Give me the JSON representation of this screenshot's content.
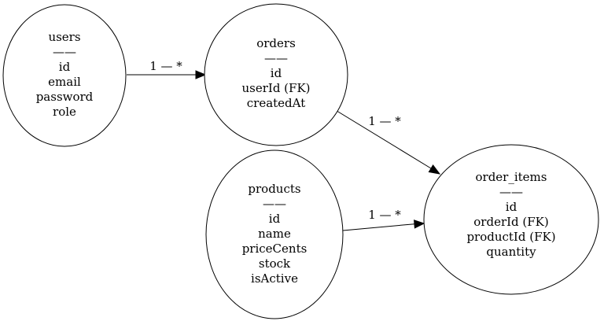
{
  "diagram": {
    "nodes": {
      "users": {
        "title": "users",
        "separator": "——",
        "fields": [
          "id",
          "email",
          "password",
          "role"
        ]
      },
      "orders": {
        "title": "orders",
        "separator": "——",
        "fields": [
          "id",
          "userId (FK)",
          "createdAt"
        ]
      },
      "products": {
        "title": "products",
        "separator": "——",
        "fields": [
          "id",
          "name",
          "priceCents",
          "stock",
          "isActive"
        ]
      },
      "order_items": {
        "title": "order_items",
        "separator": "——",
        "fields": [
          "id",
          "orderId (FK)",
          "productId (FK)",
          "quantity"
        ]
      }
    },
    "edges": [
      {
        "from": "users",
        "to": "orders",
        "label": "1 — *"
      },
      {
        "from": "orders",
        "to": "order_items",
        "label": "1 — *"
      },
      {
        "from": "products",
        "to": "order_items",
        "label": "1 — *"
      }
    ]
  }
}
